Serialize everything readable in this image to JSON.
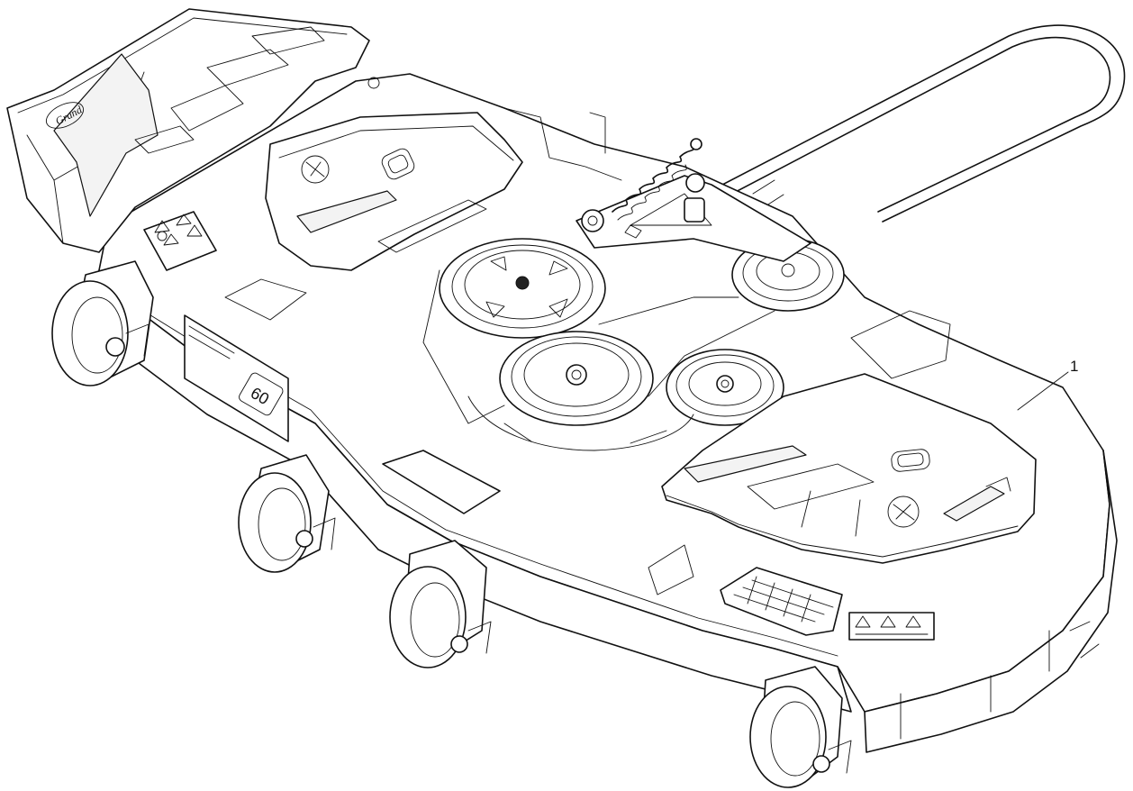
{
  "callouts": [
    {
      "label": "1"
    }
  ],
  "decals": {
    "brand_logo": "Grand",
    "deck_size": "60"
  },
  "icons": [
    "belt-icon",
    "pulley-icon",
    "caster-wheel-icon",
    "spring-icon",
    "warning-decal-icon"
  ]
}
